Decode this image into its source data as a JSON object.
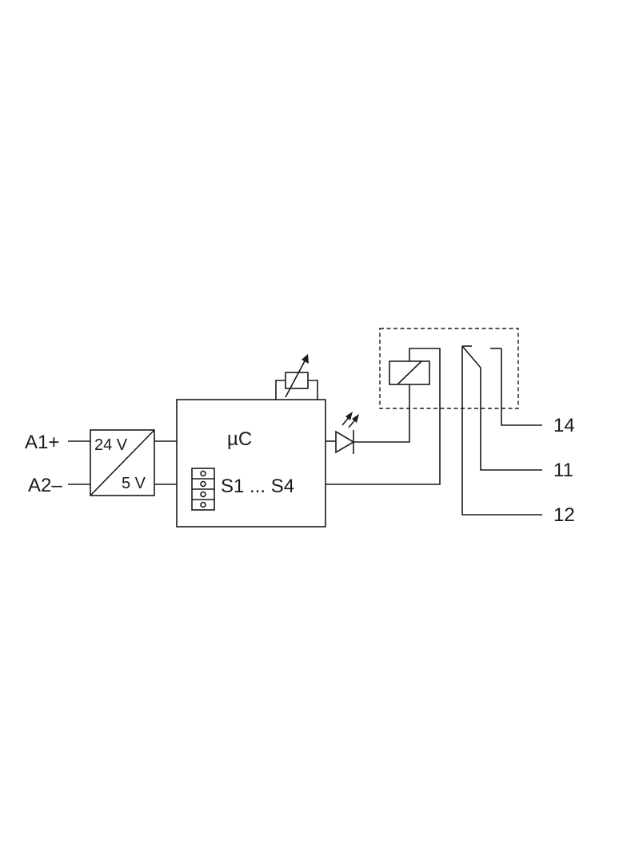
{
  "terminals": {
    "a1": "A1+",
    "a2": "A2–",
    "t14": "14",
    "t11": "11",
    "t12": "12"
  },
  "converter": {
    "input": "24 V",
    "output": "5 V"
  },
  "controller": {
    "label": "µC",
    "switches": "S1 ... S4"
  },
  "colors": {
    "line": "#1a1a1a",
    "background": "#ffffff"
  }
}
